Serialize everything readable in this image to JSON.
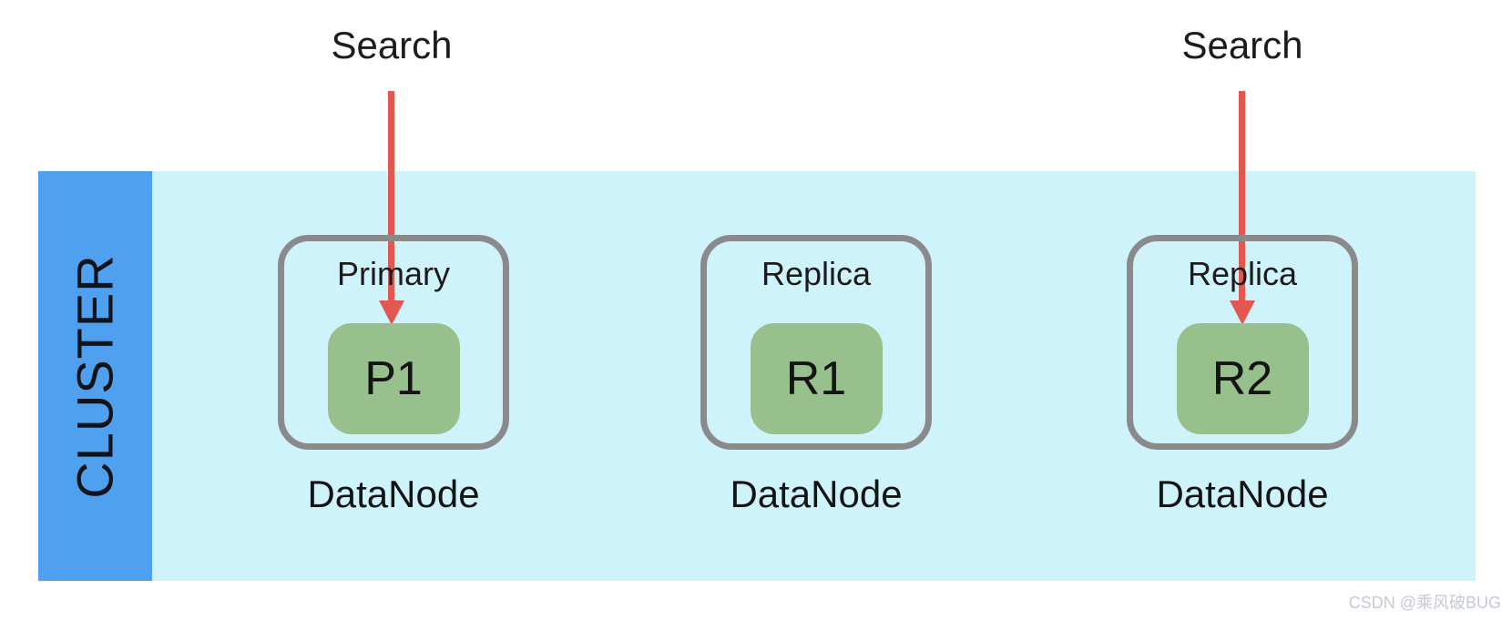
{
  "diagram": {
    "cluster_label": "CLUSTER",
    "search_labels": [
      {
        "text": "Search"
      },
      {
        "text": "Search"
      }
    ],
    "nodes": [
      {
        "role_label": "Primary",
        "shard_label": "P1",
        "node_label": "DataNode",
        "has_search_arrow": true
      },
      {
        "role_label": "Replica",
        "shard_label": "R1",
        "node_label": "DataNode",
        "has_search_arrow": false
      },
      {
        "role_label": "Replica",
        "shard_label": "R2",
        "node_label": "DataNode",
        "has_search_arrow": true
      }
    ],
    "watermark": "CSDN @乘风破BUG",
    "colors": {
      "cluster_band": "#cff3fb",
      "sidebar": "#4fa1ef",
      "node_border": "#8a8a8a",
      "shard_fill": "#98c08c",
      "arrow": "#e25750",
      "text": "#1c1c1c",
      "watermark": "#c5cad1"
    }
  }
}
